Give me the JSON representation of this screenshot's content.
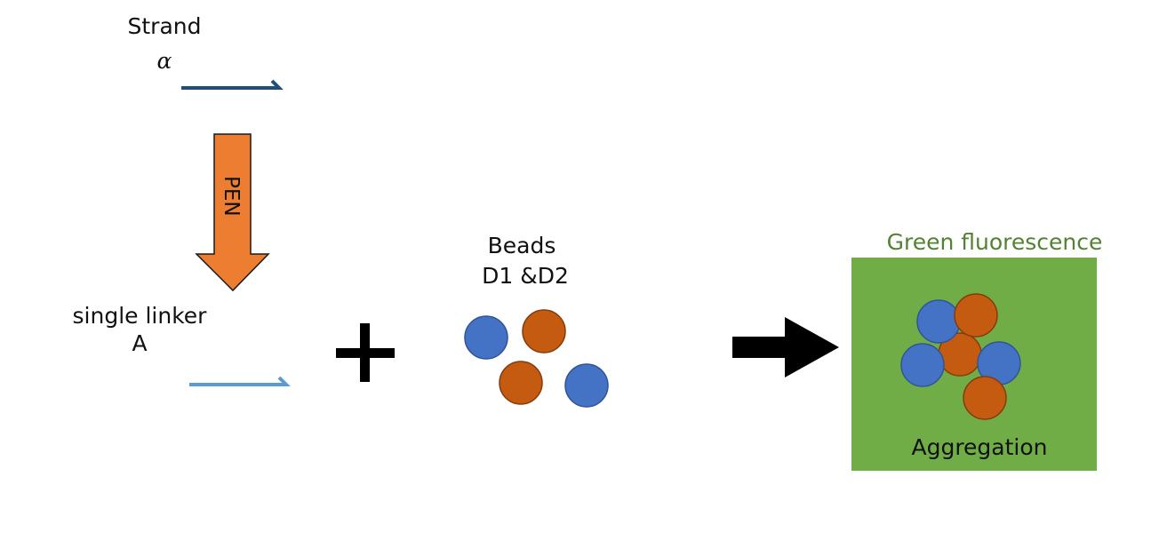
{
  "strand": {
    "label": "Strand",
    "symbol": "α",
    "color": "#1f4e79"
  },
  "pen_arrow": {
    "label": "PEN",
    "fill": "#ed7d31",
    "stroke": "#1a1a1a"
  },
  "linker": {
    "line1": "single linker",
    "line2": "A",
    "color": "#5b9bd5"
  },
  "beads": {
    "line1": "Beads",
    "line2": "D1 &D2",
    "blue": "#4472c4",
    "blue_stroke": "#2f5597",
    "orange": "#c55a11",
    "orange_stroke": "#843c0c"
  },
  "result": {
    "title": "Green fluorescence",
    "title_color": "#548235",
    "label": "Aggregation",
    "box_color": "#70ad47"
  },
  "colors": {
    "plus": "#000000",
    "arrow": "#000000"
  }
}
